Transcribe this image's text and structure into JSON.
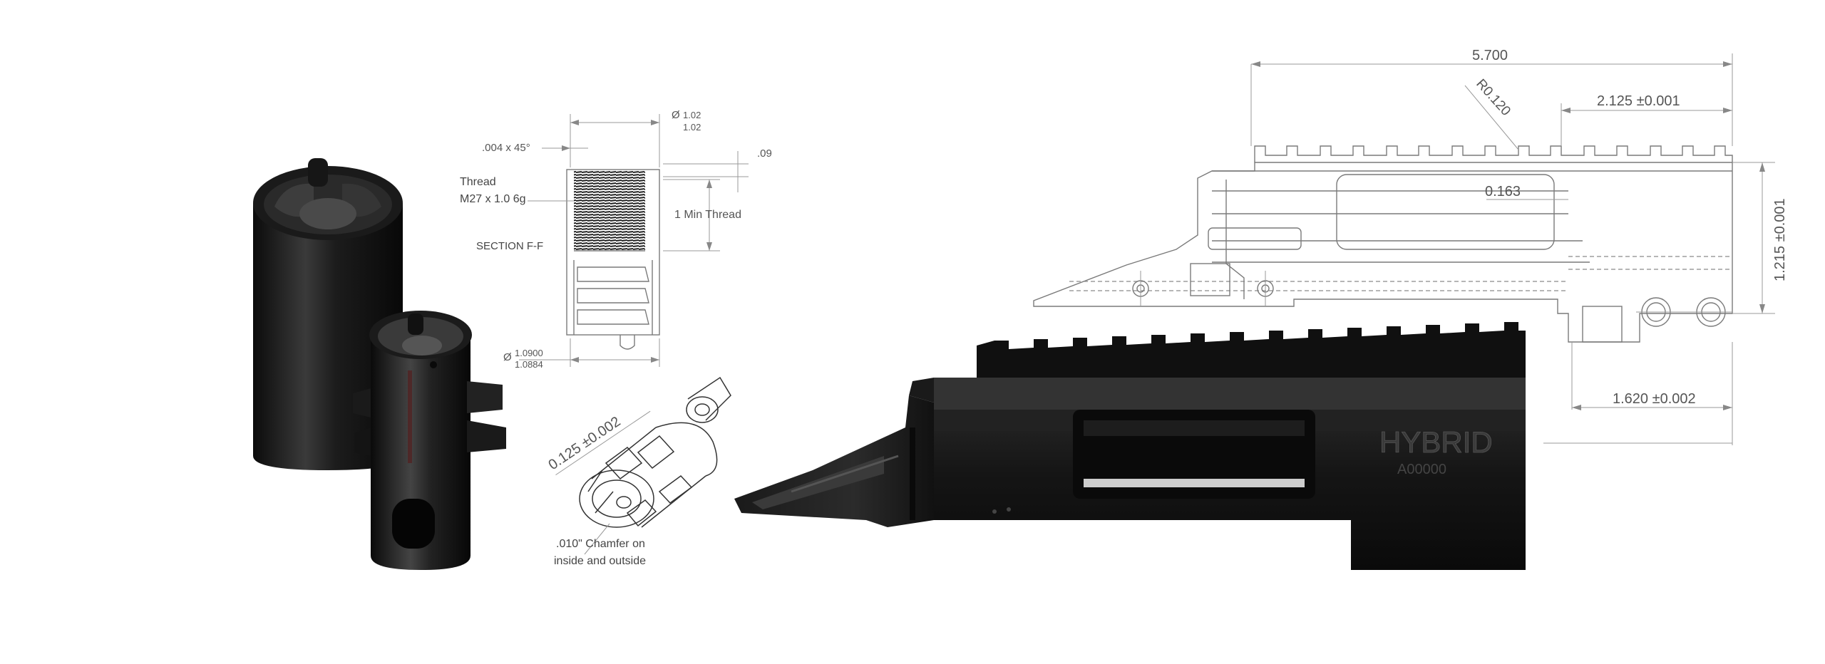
{
  "brake_drawing": {
    "diameter_top": {
      "symbol": "Ø",
      "upper": "1.02",
      "lower": "1.02"
    },
    "chamfer_top": ".004 x 45°",
    "dim_09": ".09",
    "thread_label": "Thread",
    "thread_spec": "M27 x 1.0 6g",
    "min_thread": "1 Min Thread",
    "section": "SECTION F-F",
    "diameter_bottom": {
      "symbol": "Ø",
      "upper": "1.0900",
      "lower": "1.0884"
    },
    "tolerance": "0.125 ±0.002",
    "chamfer_note_1": ".010\" Chamfer on",
    "chamfer_note_2": "inside and outside"
  },
  "receiver_drawing": {
    "overall_length": "5.700",
    "radius": "R0.120",
    "rail_offset": "2.125 ±0.001",
    "dim_163": "0.163",
    "height": "1.215 ±0.001",
    "lug_spacing": "1.620 ±0.002"
  },
  "receiver_engraving": {
    "brand": "HYBRID",
    "serial": "A00000"
  },
  "colors": {
    "metal_dark": "#141414",
    "metal_mid": "#2a2a2a",
    "line": "#7a7a7a",
    "text": "#444444"
  }
}
